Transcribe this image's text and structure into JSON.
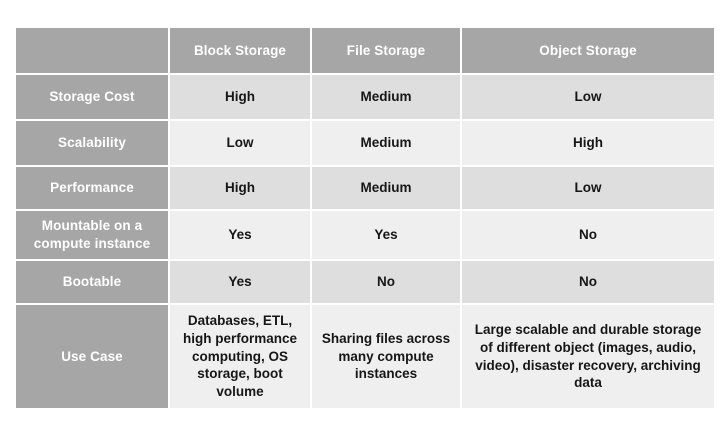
{
  "table": {
    "name": "storage-types-comparison",
    "corner_label": "",
    "columns": [
      {
        "key": "label",
        "label": ""
      },
      {
        "key": "block",
        "label": "Block Storage"
      },
      {
        "key": "file",
        "label": "File Storage"
      },
      {
        "key": "object",
        "label": "Object Storage"
      }
    ],
    "rows": [
      {
        "label": "Storage Cost",
        "block": "High",
        "file": "Medium",
        "object": "Low"
      },
      {
        "label": "Scalability",
        "block": "Low",
        "file": "Medium",
        "object": "High"
      },
      {
        "label": "Performance",
        "block": "High",
        "file": "Medium",
        "object": "Low"
      },
      {
        "label": "Mountable on a compute instance",
        "block": "Yes",
        "file": "Yes",
        "object": "No"
      },
      {
        "label": "Bootable",
        "block": "Yes",
        "file": "No",
        "object": "No"
      },
      {
        "label": "Use Case",
        "block": "Databases, ETL, high performance computing, OS storage, boot volume",
        "file": "Sharing files across many compute instances",
        "object": "Large scalable and durable storage of different object (images, audio, video), disaster recovery, archiving data"
      }
    ]
  },
  "colors": {
    "header_gray": "#a6a6a6",
    "row_shade_dark": "#dedede",
    "row_shade_light": "#efefef",
    "header_text": "#ffffff",
    "value_text": "#161616",
    "page_background": "#ffffff"
  }
}
